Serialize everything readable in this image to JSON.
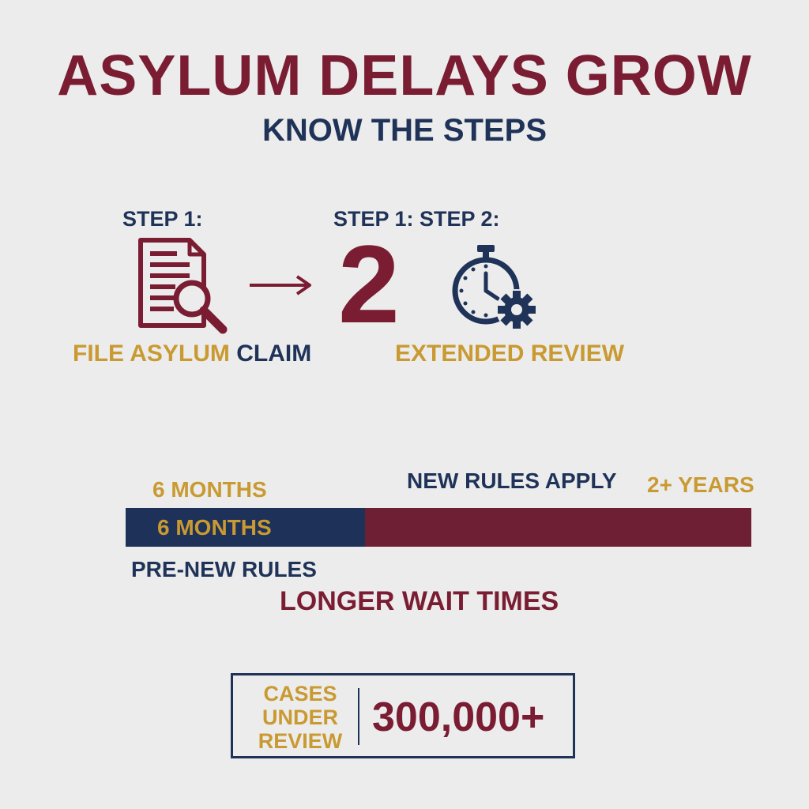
{
  "header": {
    "title": "ASYLUM DELAYS GROW",
    "subtitle": "KNOW THE STEPS"
  },
  "steps": {
    "left_label": "STEP 1:",
    "middle_label_a": "STEP 1:",
    "middle_label_b": "STEP 2:",
    "big_number": "2",
    "left_caption_part1": "FILE ASYLUM",
    "left_caption_part2": "CLAIM",
    "right_caption": "EXTENDED REVIEW"
  },
  "timeline": {
    "label_above_pre": "6 MONTHS",
    "label_new_rules": "NEW RULES APPLY",
    "label_end": "2+ YEARS",
    "segment_pre_label": "6 MONTHS",
    "label_below_pre": "PRE-NEW RULES",
    "label_below_main": "LONGER WAIT TIMES"
  },
  "stats": {
    "label_line1": "CASES",
    "label_line2": "UNDER",
    "label_line3": "REVIEW",
    "value": "300,000+"
  },
  "colors": {
    "maroon": "#7a1d33",
    "navy": "#1f3358",
    "gold": "#c99a32",
    "background": "#ececec"
  },
  "icons": {
    "step1": "document-magnifier-icon",
    "arrow": "arrow-right-icon",
    "step2": "stopwatch-gear-icon"
  }
}
